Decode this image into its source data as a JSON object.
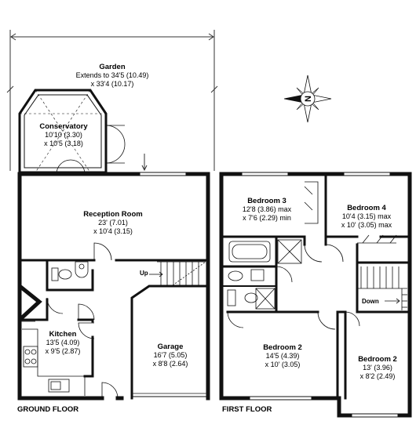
{
  "rooms": {
    "garden": {
      "name": "Garden",
      "dim1": "Extends to 34'5 (10.49)",
      "dim2": "x 33'4 (10.17)"
    },
    "conservatory": {
      "name": "Conservatory",
      "dim1": "10'10 (3.30)",
      "dim2": "x 10'5 (3.18)"
    },
    "reception": {
      "name": "Reception Room",
      "dim1": "23' (7.01)",
      "dim2": "x 10'4 (3.15)"
    },
    "kitchen": {
      "name": "Kitchen",
      "dim1": "13'5 (4.09)",
      "dim2": "x 9'5 (2.87)"
    },
    "garage": {
      "name": "Garage",
      "dim1": "16'7 (5.05)",
      "dim2": "x 8'8 (2.64)"
    },
    "bedroom3": {
      "name": "Bedroom 3",
      "dim1": "12'8 (3.86) max",
      "dim2": "x 7'6 (2.29) min"
    },
    "bedroom4": {
      "name": "Bedroom 4",
      "dim1": "10'4 (3.15) max",
      "dim2": "x 10' (3.05) max"
    },
    "bedroom2a": {
      "name": "Bedroom 2",
      "dim1": "14'5 (4.39)",
      "dim2": "x 10' (3.05)"
    },
    "bedroom2b": {
      "name": "Bedroom 2",
      "dim1": "13' (3.96)",
      "dim2": "x 8'2 (2.49)"
    }
  },
  "stairs": {
    "up": "Up",
    "down": "Down"
  },
  "floors": {
    "ground": "GROUND FLOOR",
    "first": "FIRST FLOOR"
  },
  "compass": {
    "letter": "N"
  },
  "colors": {
    "wall": "#111111",
    "line": "#333333",
    "dashed": "#555555"
  }
}
